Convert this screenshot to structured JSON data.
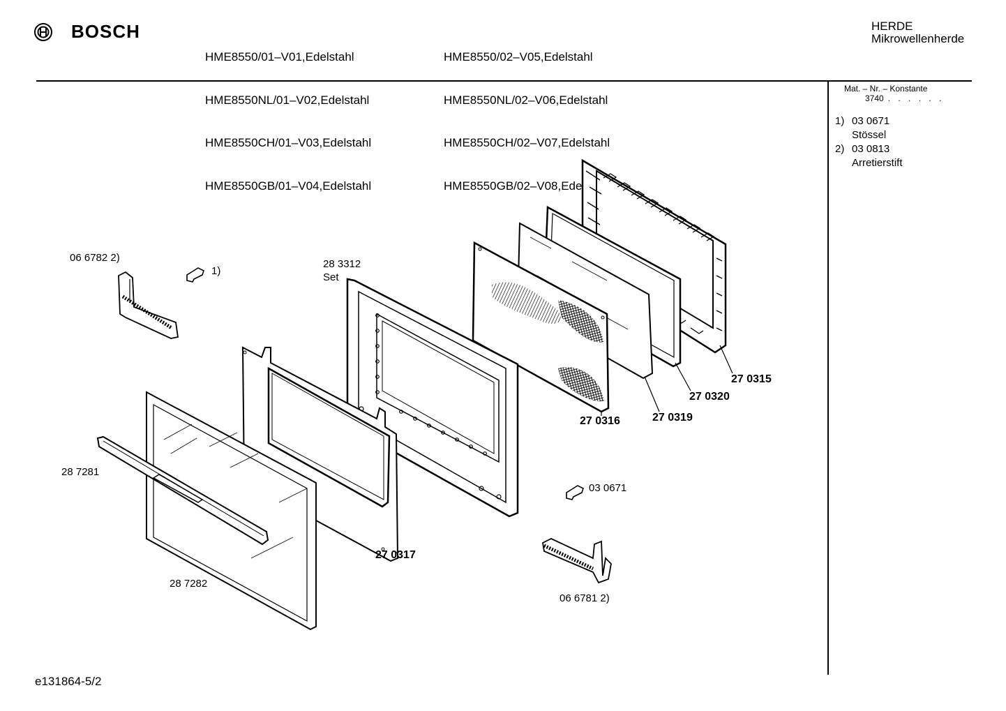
{
  "header": {
    "brand": "BOSCH",
    "models_left": [
      "HME8550/01–V01,Edelstahl",
      "HME8550NL/01–V02,Edelstahl",
      "HME8550CH/01–V03,Edelstahl",
      "HME8550GB/01–V04,Edelstahl"
    ],
    "models_right": [
      "HME8550/02–V05,Edelstahl",
      "HME8550NL/02–V06,Edelstahl",
      "HME8550CH/02–V07,Edelstahl",
      "HME8550GB/02–V08,Edelstahl"
    ],
    "category": "HERDE",
    "subcategory": "Mikrowellenherde"
  },
  "sidebar": {
    "mat_title": "Mat. – Nr. – Konstante",
    "mat_value": "3740",
    "mat_dots": ". . . . . .",
    "notes": [
      {
        "num": "1)",
        "code": "03 0671",
        "desc": "Stössel"
      },
      {
        "num": "2)",
        "code": "03 0813",
        "desc": "Arretierstift"
      }
    ]
  },
  "parts": {
    "hinge_left": "06 6782 2)",
    "plunger_note": "1)",
    "set_code": "28 3312",
    "set_label": "Set",
    "handle": "28 7281",
    "outer_glass": "28 7282",
    "inner_frame": "27 0317",
    "screen_panel": "27 0316",
    "glass_pane": "27 0319",
    "seal": "27 0320",
    "choke_frame": "27 0315",
    "plunger_right": "03 0671",
    "hinge_right": "06 6781 2)"
  },
  "footer": {
    "doc_id": "e131864-5/2"
  }
}
